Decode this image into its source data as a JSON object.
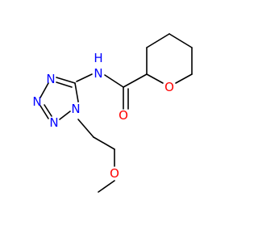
{
  "labels": {
    "n_tetrazole_1": "N",
    "n_tetrazole_2": "N",
    "n_tetrazole_3": "N",
    "n_tetrazole_4": "N",
    "nh": "N",
    "h": "H",
    "o_carbonyl": "O",
    "o_ring": "O",
    "o_methoxy": "O"
  },
  "colors": {
    "nitrogen": "#0000ff",
    "oxygen": "#ff0000",
    "bond": "#000000",
    "background": "#ffffff"
  }
}
